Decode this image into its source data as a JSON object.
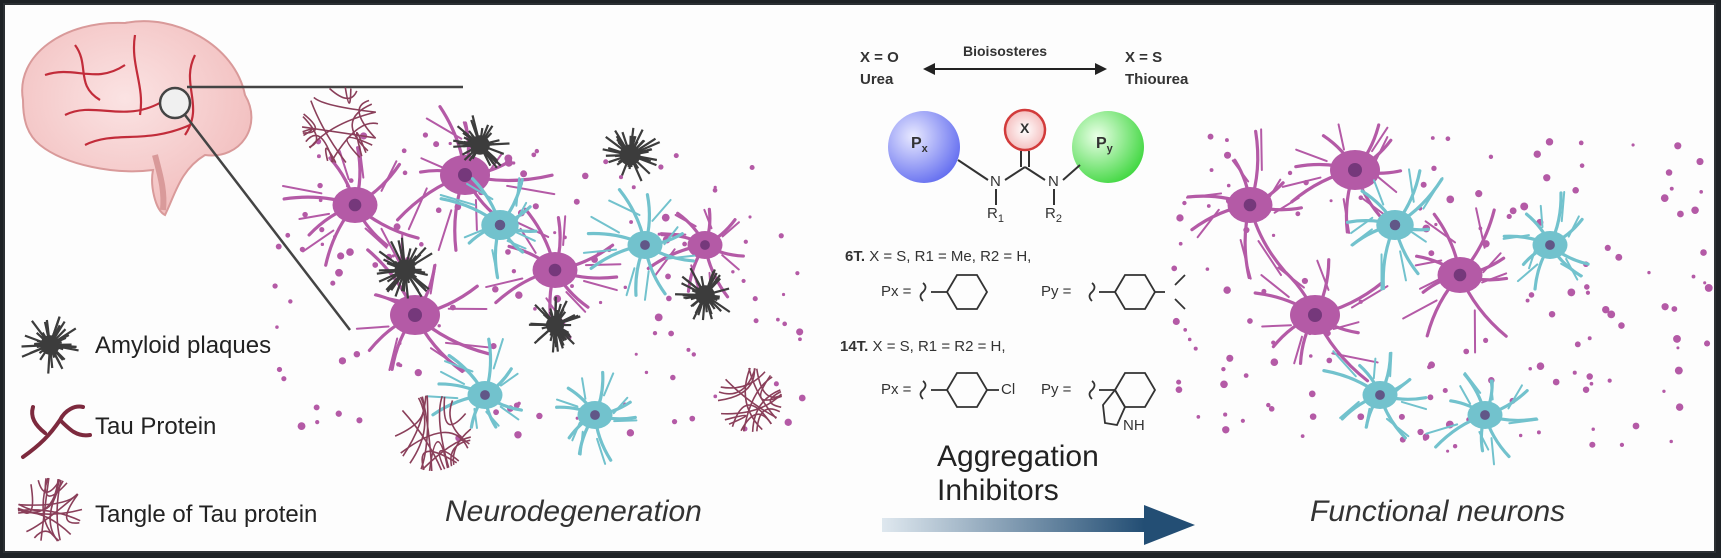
{
  "legend": {
    "amyloid": "Amyloid plaques",
    "tau": "Tau Protein",
    "tangle": "Tangle of Tau protein"
  },
  "captions": {
    "left": "Neurodegeneration",
    "right": "Functional neurons"
  },
  "arrow_label": {
    "line1": "Aggregation",
    "line2": "Inhibitors"
  },
  "bioisostere": {
    "left_x": "X = O",
    "left_name": "Urea",
    "center": "Bioisosteres",
    "right_x": "X = S",
    "right_name": "Thiourea"
  },
  "structure": {
    "px": "P",
    "px_sub": "x",
    "py": "P",
    "py_sub": "y",
    "x": "X",
    "n": "N",
    "r1": "R",
    "r1_sub": "1",
    "r2": "R",
    "r2_sub": "2"
  },
  "compounds": {
    "c6_id": "6T.",
    "c6_text": "X = S, R1 = Me,  R2 = H,",
    "c14_id": "14T.",
    "c14_text": "X = S, R1 = R2 = H,",
    "px_label": "Px =",
    "py_label": "Py =",
    "cl": "Cl",
    "nh": "NH"
  },
  "colors": {
    "neuron_magenta": "#b45aa6",
    "neuron_cyan": "#72c2cd",
    "plaque": "#3c3c3c",
    "tangle": "#8a3f5a",
    "arrow_start": "#dfe8ef",
    "arrow_end": "#234e74",
    "px_sphere": "#6670f0",
    "py_sphere": "#44d844"
  }
}
